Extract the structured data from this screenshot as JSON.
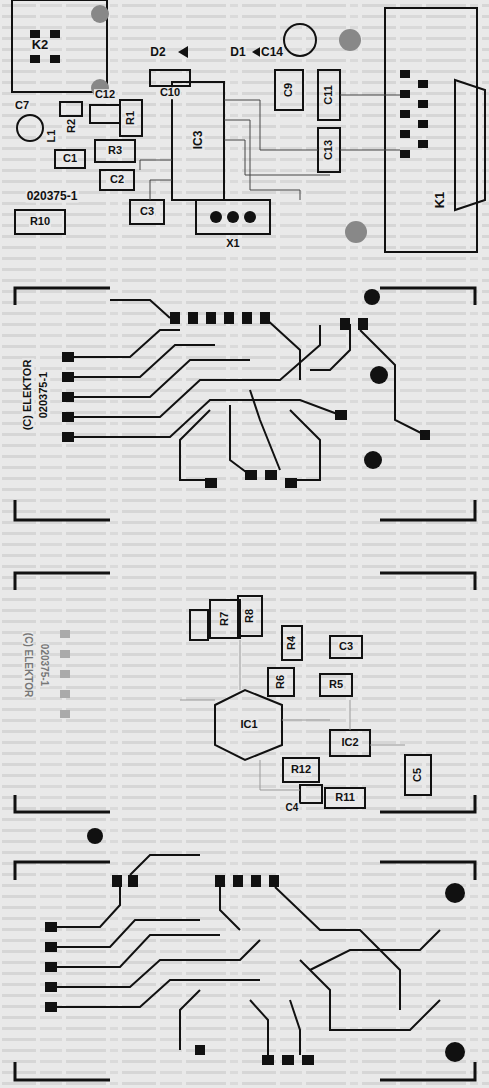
{
  "diagram": {
    "labels": [
      "K2",
      "D2",
      "D1",
      "C14",
      "C10",
      "C7",
      "L1",
      "R2",
      "C12",
      "R1",
      "IC3",
      "R3",
      "C1",
      "C2",
      "C3",
      "R10",
      "X1",
      "C9",
      "C11",
      "C13",
      "K1",
      "020375-1",
      "(C) ELEKTOR",
      "020375-1",
      "(C) ELEKTOR",
      "020375-1",
      "R7",
      "R8",
      "R4",
      "C3",
      "R6",
      "R5",
      "IC1",
      "IC2",
      "R12",
      "R11",
      "C4",
      "C5"
    ]
  }
}
